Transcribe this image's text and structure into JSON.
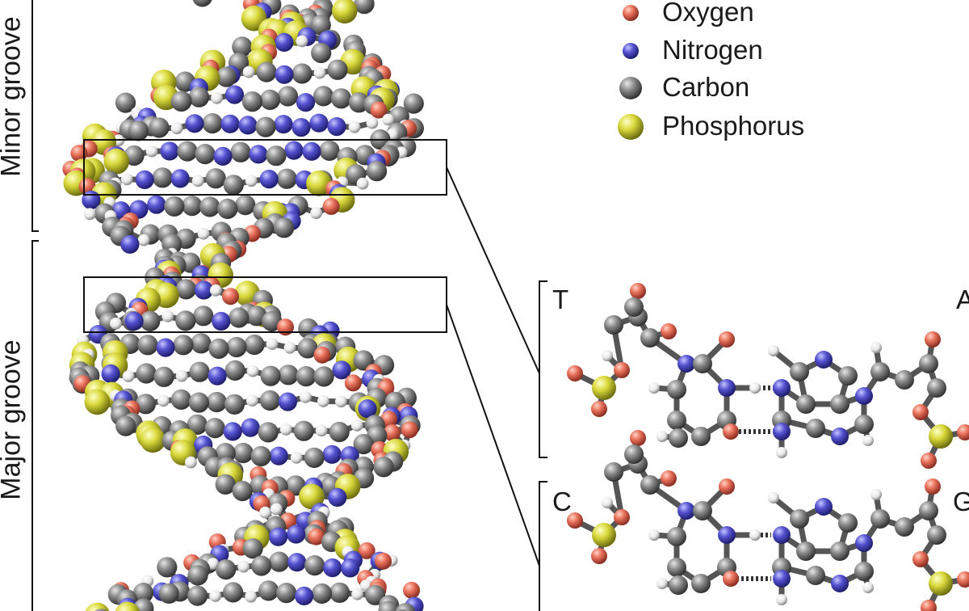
{
  "labels": {
    "minor_groove": "Minor groove",
    "major_groove": "Major groove"
  },
  "legend": [
    {
      "label": "Oxygen",
      "color": "#e8705a"
    },
    {
      "label": "Nitrogen",
      "color": "#4a48c8"
    },
    {
      "label": "Carbon",
      "color": "#8a8a8a"
    },
    {
      "label": "Phosphorus",
      "color": "#d8d83a"
    }
  ],
  "base_pairs": [
    {
      "left": "T",
      "right": "A"
    },
    {
      "left": "C",
      "right": "G"
    }
  ],
  "atom_colors": {
    "oxygen": "#e8705a",
    "nitrogen": "#4a48c8",
    "carbon": "#8a8a8a",
    "phosphorus": "#d8d83a",
    "hydrogen": "#f2f2f2"
  }
}
